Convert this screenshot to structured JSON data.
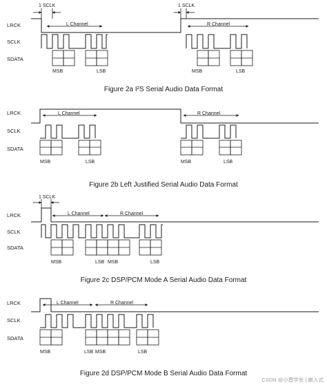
{
  "signal_labels": [
    "LRCK",
    "SCLK",
    "SDATA"
  ],
  "figures": [
    {
      "id": "2a",
      "caption": "Figure 2a I²S Serial Audio Data Format",
      "channel_left": "L Channel",
      "channel_right": "R Channel",
      "sclk_annotation": "1 SCLK",
      "msb_label": "MSB",
      "lsb_label": "LSB"
    },
    {
      "id": "2b",
      "caption": "Figure 2b Left Justified Serial Audio Data Format",
      "channel_left": "L Channel",
      "channel_right": "R Channel",
      "msb_label": "MSB",
      "lsb_label": "LSB"
    },
    {
      "id": "2c",
      "caption": "Figure 2c DSP/PCM Mode A Serial Audio Data Format",
      "channel_left": "L Channel",
      "channel_right": "R Channel",
      "sclk_annotation": "1 SCLK",
      "msb_label": "MSB",
      "lsb_label": "LSB"
    },
    {
      "id": "2d",
      "caption": "Figure 2d DSP/PCM Mode B Serial Audio Data Format",
      "channel_left": "L Channel",
      "channel_right": "R Channel",
      "msb_label": "MSB",
      "lsb_label": "LSB"
    }
  ],
  "watermark": "CSDN @小曾学长 | 嵌入式"
}
